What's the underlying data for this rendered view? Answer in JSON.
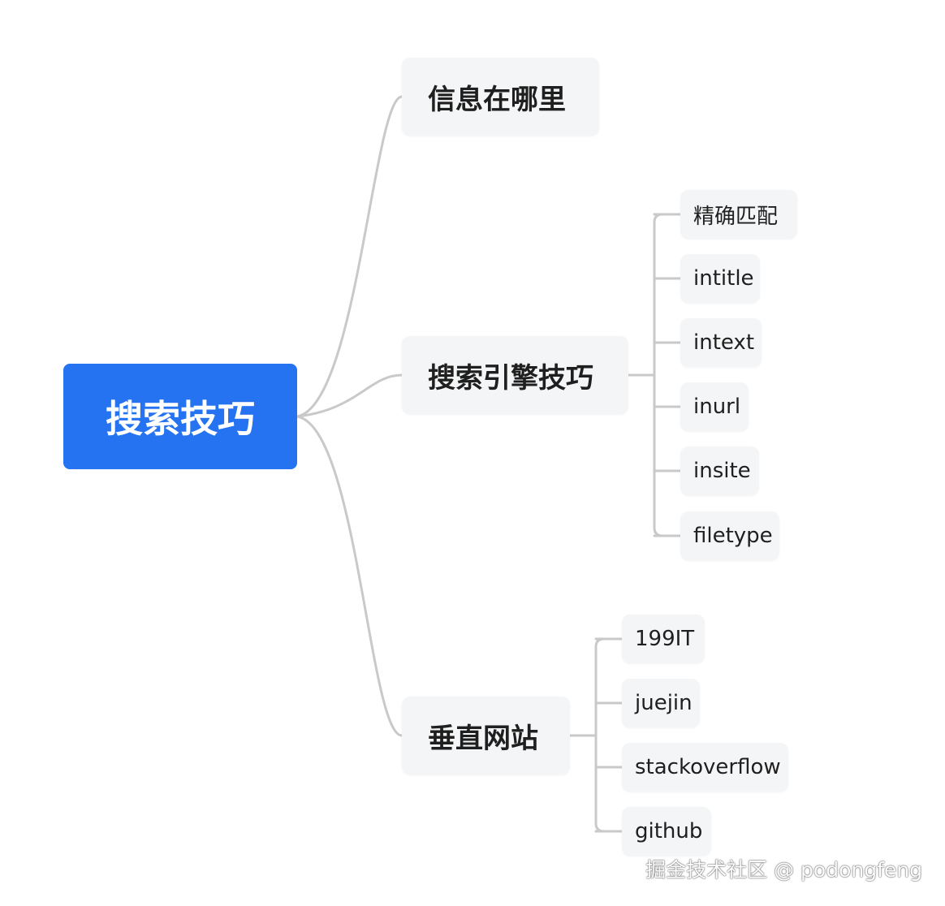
{
  "mindmap": {
    "root": {
      "label": "搜索技巧",
      "color": "#2673f2"
    },
    "branches": [
      {
        "label": "信息在哪里"
      },
      {
        "label": "搜索引擎技巧",
        "children": [
          "精确匹配",
          "intitle",
          "intext",
          "inurl",
          "insite",
          "filetype"
        ]
      },
      {
        "label": "垂直网站",
        "children": [
          "199IT",
          "juejin",
          "stackoverflow",
          "github"
        ]
      }
    ],
    "node_background": "#f4f5f6",
    "connector_color": "#c9c9c9"
  },
  "watermark": "掘金技术社区 @ podongfeng"
}
